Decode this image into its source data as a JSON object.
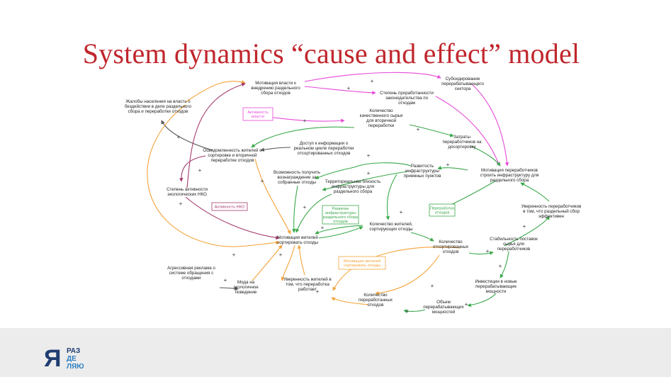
{
  "slide": {
    "title": "System dynamics “cause and effect” model"
  },
  "diagram": {
    "nodes": {
      "n1": [
        "Мотивация власти к",
        "внедрению раздельного",
        "сбора отходов"
      ],
      "n2": [
        "Субсидирование",
        "перерабатывающего",
        "сектора"
      ],
      "n3": [
        "Степень проработанности",
        "законодательства по",
        "отходам"
      ],
      "n4": [
        "Жалобы населения на власть о",
        "бездействии в деле раздельного",
        "сбора и переработки отходов"
      ],
      "n5": [
        "Количество",
        "качественного сырья",
        "для вторичной",
        "переработки"
      ],
      "n6": [
        "Затраты",
        "переработчиков на",
        "досортировку"
      ],
      "n7": [
        "Доступ к информации о",
        "реальном цикле переработки",
        "отсортированных отходов"
      ],
      "n8": [
        "Осведомленность жителей о",
        "сортировке и вторичной",
        "переработке отходов"
      ],
      "n9": [
        "Развитость",
        "инфраструктуры",
        "приемных пунктов"
      ],
      "n10": [
        "Мотивация переработчиков",
        "строить инфраструктуру для",
        "раздельного сбора"
      ],
      "n11": [
        "Возможность получить",
        "вознаграждение за",
        "собранные отходы"
      ],
      "n12": [
        "Территориальная близость",
        "инфраструктуры для",
        "раздельного сбора"
      ],
      "n13": [
        "Степень активности",
        "экологических НКО"
      ],
      "n14": [
        "Уверенность переработчиков",
        "в том, что раздельный сбор",
        "эффективен"
      ],
      "n15": [
        "Количество жителей,",
        "сортирующих отходы"
      ],
      "n16": [
        "Мотивация жителей",
        "сортировать отходы"
      ],
      "n17": [
        "Количество",
        "отсортированных",
        "отходов"
      ],
      "n18": [
        "Стабильность поставок",
        "сырья для",
        "переработчиков"
      ],
      "n19": [
        "Агрессивная реклама о",
        "системе обращения с",
        "отходами"
      ],
      "n20": [
        "Мода на",
        "экологичное",
        "поведение"
      ],
      "n21": [
        "Уверенность жителей в",
        "том, что переработка",
        "работает"
      ],
      "n22": [
        "Инвестиции в новые",
        "перерабатывающие",
        "мощности"
      ],
      "n23": [
        "Количество",
        "переработанных",
        "отходов"
      ],
      "n24": [
        "Объем",
        "перерабатывающих",
        "мощностей"
      ]
    },
    "loops": {
      "l1": [
        "Активность",
        "власти"
      ],
      "l2": [
        "Активность НКО"
      ],
      "l3": [
        "Развитие",
        "инфраструктуры",
        "раздельного сбора",
        "отходов"
      ],
      "l4": [
        "Переработка",
        "отходов"
      ],
      "l5": [
        "Мотивация жителей",
        "сортировать отходы"
      ]
    },
    "colors": {
      "orange": "#f4a33b",
      "magenta": "#e64ad8",
      "green": "#3aa84b",
      "purple": "#a33a6e",
      "gray": "#555555",
      "blue": "#2f7fc1"
    }
  },
  "logo": {
    "big_letter": "Я",
    "words": [
      "РАЗ",
      "ДЕ",
      "ЛЯЮ"
    ]
  }
}
